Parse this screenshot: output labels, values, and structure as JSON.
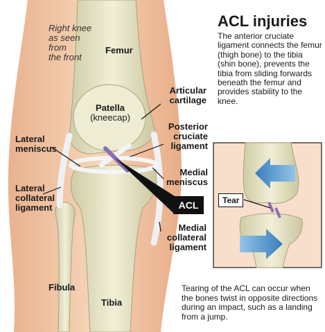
{
  "title": "ACL injuries",
  "description": "The anterior cruciate ligament connects the femur (thigh bone) to the tibia (shin bone), prevents the tibia from sliding forwards beneath the femur and provides stability to the knee.",
  "view_caption": [
    "Right knee",
    "as seen",
    "from",
    "the front"
  ],
  "labels": {
    "femur": "Femur",
    "patella": "Patella",
    "kneecap": "(kneecap)",
    "articular_cartilage": [
      "Articular",
      "cartilage"
    ],
    "posterior_cruciate": [
      "Posterior",
      "cruciate",
      "ligament"
    ],
    "lateral_meniscus": [
      "Lateral",
      "meniscus"
    ],
    "medial_meniscus": [
      "Medial",
      "meniscus"
    ],
    "lateral_collateral": [
      "Lateral",
      "collateral",
      "ligament"
    ],
    "acl": "ACL",
    "medial_collateral": [
      "Medial",
      "collateral",
      "ligament"
    ],
    "fibula": "Fibula",
    "tibia": "Tibia"
  },
  "inset": {
    "tear_label": "Tear"
  },
  "footer": "Tearing of the ACL can occur when the bones twist in opposite directions during an impact, such as a landing from a jump.",
  "colors": {
    "skin": "#f2c7a5",
    "bone": "#e6e3c4",
    "ligament": "#eef1f3",
    "acl": "#8a6fb8",
    "arrow": "#3d87c8",
    "background": "#ffffff"
  }
}
